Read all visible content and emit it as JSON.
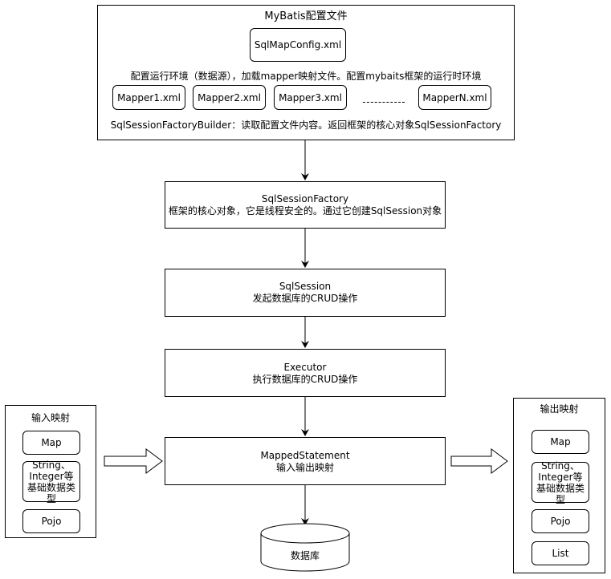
{
  "config": {
    "title": "MyBatis配置文件",
    "sqlmap_config": "SqlMapConfig.xml",
    "env_desc": "配置运行环境（数据源），加载mapper映射文件。配置mybaits框架的运行时环境",
    "mappers": [
      "Mapper1.xml",
      "Mapper2.xml",
      "Mapper3.xml",
      "MapperN.xml"
    ],
    "builder_desc": "SqlSessionFactoryBuilder：读取配置文件内容。返回框架的核心对象SqlSessionFactory"
  },
  "factory": {
    "title": "SqlSessionFactory",
    "desc": "框架的核心对象，它是线程安全的。通过它创建SqlSession对象"
  },
  "session": {
    "title": "SqlSession",
    "desc": "发起数据库的CRUD操作"
  },
  "executor": {
    "title": "Executor",
    "desc": "执行数据库的CRUD操作"
  },
  "mapped_statement": {
    "title": "MappedStatement",
    "desc": "输入输出映射"
  },
  "database": {
    "label": "数据库"
  },
  "input_mapping": {
    "title": "输入映射",
    "items": [
      "Map",
      "String、Integer等基础数据类型",
      "Pojo"
    ]
  },
  "output_mapping": {
    "title": "输出映射",
    "items": [
      "Map",
      "String、Integer等基础数据类型",
      "Pojo",
      "List"
    ]
  }
}
